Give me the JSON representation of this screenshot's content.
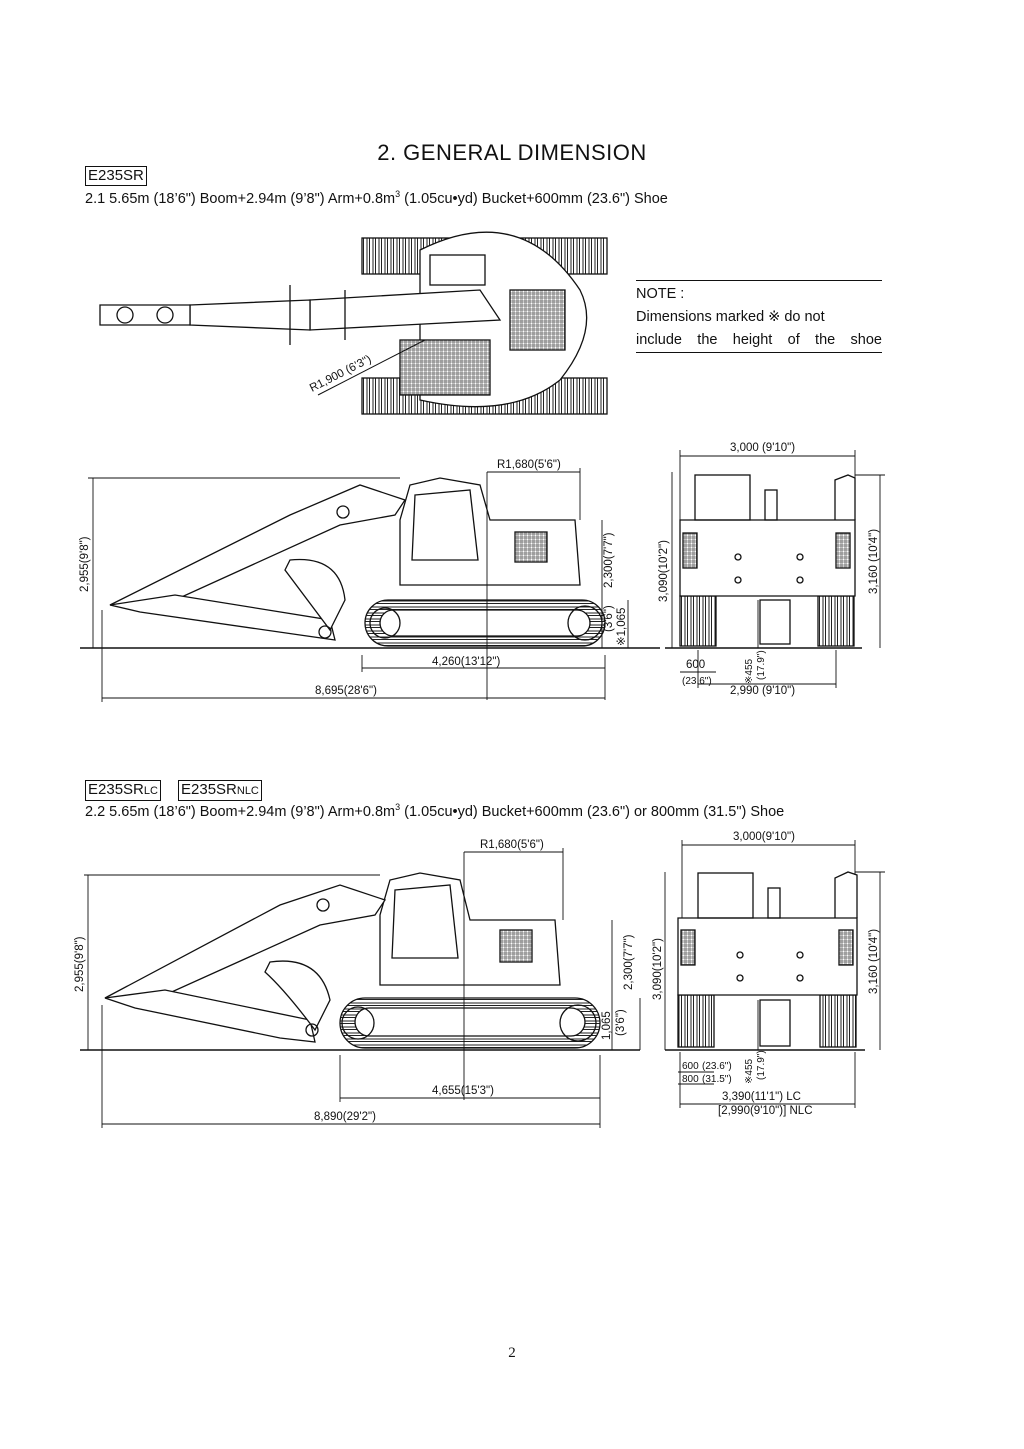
{
  "page": {
    "title": "2.    GENERAL DIMENSION",
    "page_number": "2"
  },
  "section1": {
    "model": "E235SR",
    "caption_pre": "2.1  5.65m (18’6\") Boom+2.94m (9’8\") Arm+0.8m",
    "caption_sup": "3",
    "caption_post": " (1.05cu•yd) Bucket+600mm (23.6\") Shoe",
    "top_view_radius": "R1,900 (6’3\")",
    "note_head": "NOTE :",
    "note_line1": "Dimensions marked  ※  do not",
    "note_line2": "include  the  height  of  the  shoe",
    "side": {
      "tail_radius": "R1,680(5'6\")",
      "height": "2,955(9'8\")",
      "cab_height": "2,300(7'7\")",
      "ground_clearance": "※1,065",
      "ground_clearance_ft": "(3'6\")",
      "track_length": "4,260(13'12\")",
      "overall_length": "8,695(28'6\")"
    },
    "rear": {
      "width_top": "3,000 (9'10\")",
      "height_left": "3,090(10'2\")",
      "height_right": "3,160 (10'4\")",
      "shoe": "600",
      "shoe_in": "(23.6\")",
      "clearance": "※455",
      "clearance_in": "(17.9\")",
      "track_width": "2,990 (9'10\")"
    }
  },
  "section2": {
    "model_a": "E235SR",
    "model_a_sub": "LC",
    "model_b": "E235SR",
    "model_b_sub": "NLC",
    "caption_pre": "2.2  5.65m (18’6\") Boom+2.94m (9’8\") Arm+0.8m",
    "caption_sup": "3",
    "caption_post": " (1.05cu•yd) Bucket+600mm (23.6\") or 800mm (31.5\") Shoe",
    "side": {
      "tail_radius": "R1,680(5'6\")",
      "height": "2,955(9'8\")",
      "cab_height": "2,300(7'7\")",
      "ground_clearance": "1,065",
      "ground_clearance_ft": "(3'6\")",
      "track_length": "4,655(15'3\")",
      "overall_length": "8,890(29'2\")"
    },
    "rear": {
      "width_top": "3,000(9'10\")",
      "height_left": "3,090(10'2\")",
      "height_right": "3,160 (10'4\")",
      "shoe_600": "600",
      "shoe_600_in": "(23.6\")",
      "shoe_800": "800",
      "shoe_800_in": "(31.5\")",
      "clearance": "※455",
      "clearance_in": "(17.9\")",
      "track_width_lc": "3,390(11'1\")   LC",
      "track_width_nlc": "[2,990(9'10\")]  NLC"
    }
  }
}
